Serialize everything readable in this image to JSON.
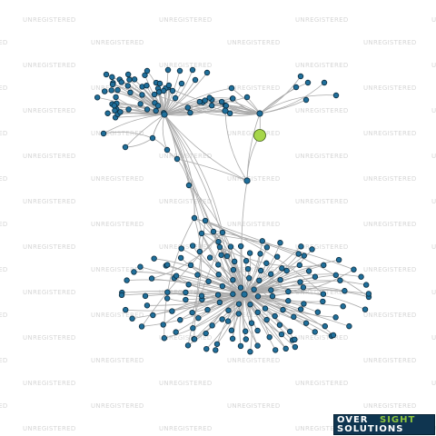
{
  "watermark": "UNREGISTERED",
  "logo": {
    "word1": "OVER",
    "word2": "SIGHT",
    "word3": "SOLUTIONS"
  },
  "colors": {
    "edge": "#aaaaaa",
    "node_fill": "#1f6f9b",
    "node_stroke": "#0d2b3d",
    "focus_fill": "#a6d64a",
    "focus_stroke": "#3d5a12",
    "watermark": "#d6d6d6",
    "logo_bg": "#0f3550",
    "logo_accent": "#8dc63f"
  },
  "graph": {
    "focus_nodes": 1,
    "connected_nodes": 219,
    "icon": "entity-node-icon"
  }
}
